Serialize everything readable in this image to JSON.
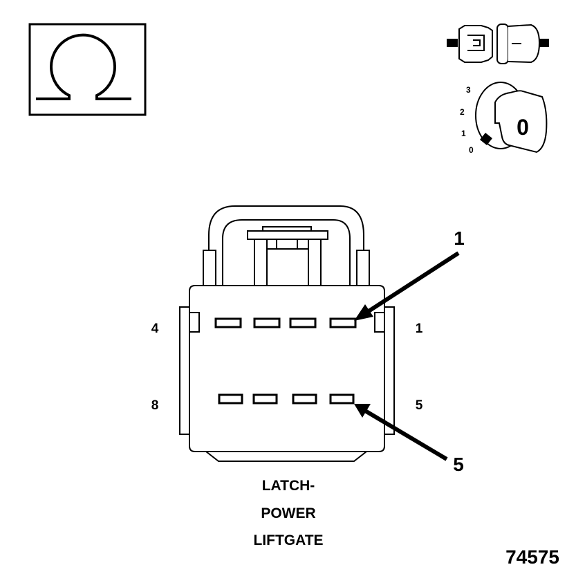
{
  "meter_icon": {
    "symbol": "ohm-icon"
  },
  "connector_icon": {
    "symbol": "connector-disconnected-icon"
  },
  "ignition_icon": {
    "symbol": "ignition-key-icon",
    "positions": [
      "3",
      "2",
      "1",
      "0"
    ],
    "key_position": "0"
  },
  "connector": {
    "pin_labels": {
      "top_left": "4",
      "top_right": "1",
      "bottom_left": "8",
      "bottom_right": "5"
    },
    "callouts": {
      "top": "1",
      "bottom": "5"
    },
    "name_lines": [
      "LATCH-",
      "POWER",
      "LIFTGATE"
    ]
  },
  "figure_number": "74575",
  "colors": {
    "ink": "#000000",
    "paper": "#ffffff"
  }
}
